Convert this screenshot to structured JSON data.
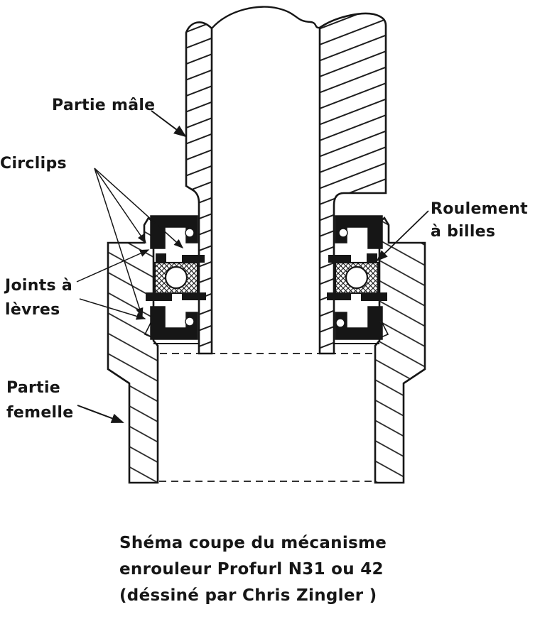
{
  "diagram": {
    "labels": {
      "partie_male": "Partie mâle",
      "circlips": "Circlips",
      "roulement_a_billes": "Roulement à billes",
      "joints_a_levres": "Joints à lèvres",
      "partie_femelle": "Partie femelle"
    },
    "caption": {
      "line1": "Shéma coupe du mécanisme",
      "line2": "enrouleur Profurl N31 ou 42",
      "line3": "(déssiné par Chris Zingler )"
    },
    "colors": {
      "ink": "#161616",
      "paper": "#ffffff"
    }
  }
}
